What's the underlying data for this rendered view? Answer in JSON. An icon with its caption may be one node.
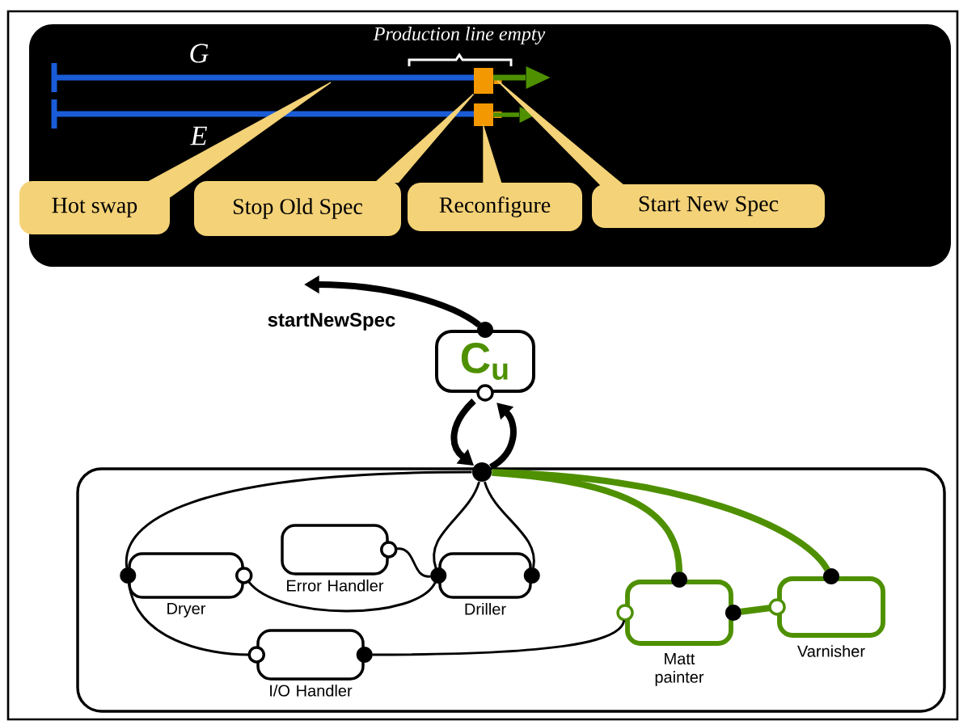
{
  "diagram": {
    "nodes": [
      {
        "text": [],
        "shape": "box"
      },
      {
        "text": [
          "Hot swap"
        ],
        "in": 0
      },
      {
        "text": [
          "Stop Old Spec"
        ],
        "in": 0
      },
      {
        "text": [
          "Reconfigure"
        ],
        "in": 0
      },
      {
        "text": [
          "Start New Spec"
        ],
        "in": 0
      },
      {
        "text": [],
        "shape": "box",
        "in": 0
      },
      {
        "text": [],
        "shape": "box",
        "in": 0
      },
      {
        "text": [
          "C$_{u}$"
        ]
      },
      {
        "text": [],
        "shape": "circle"
      },
      {
        "text": [],
        "shape": "box"
      },
      {
        "text": [
          "Dryer"
        ],
        "in": 9
      },
      {
        "text": [
          "Error Handler"
        ],
        "in": 9
      },
      {
        "text": [
          "Driller"
        ],
        "in": 9
      },
      {
        "text": [
          "I/O Handler"
        ],
        "in": 9
      },
      {
        "text": [
          "Matt painter"
        ],
        "in": 9
      },
      {
        "text": [
          "Varnisher"
        ],
        "in": 9
      },
      {
        "text": [],
        "shape": "bar",
        "in": 0
      },
      {
        "text": [],
        "shape": "bar",
        "in": 0
      },
      {
        "text": [],
        "shape": "arrow",
        "in": 0
      },
      {
        "text": [],
        "shape": "arrow",
        "in": 0
      }
    ],
    "edges": [
      {
        "from": 1,
        "to": 16,
        "arrow": "none"
      },
      {
        "from": 2,
        "to": 5,
        "arrow": "none"
      },
      {
        "from": 3,
        "to": 6,
        "arrow": "none"
      },
      {
        "from": 4,
        "to": 18,
        "arrow": "none"
      },
      {
        "from": 7,
        "to": 0,
        "arrow": "to",
        "label": "startNewSpec",
        "style": "thick"
      },
      {
        "from": 7,
        "to": 8,
        "arrow": "to",
        "style": "thick"
      },
      {
        "from": 8,
        "to": 7,
        "arrow": "to",
        "style": "thick"
      },
      {
        "from": 8,
        "to": 12,
        "arrow": "none"
      },
      {
        "from": 8,
        "to": 12,
        "arrow": "none"
      },
      {
        "from": 8,
        "to": 10,
        "arrow": "none"
      },
      {
        "from": 10,
        "to": 12,
        "arrow": "none"
      },
      {
        "from": 11,
        "to": 12,
        "arrow": "none"
      },
      {
        "from": 10,
        "to": 13,
        "arrow": "none"
      },
      {
        "from": 13,
        "to": 14,
        "arrow": "none"
      },
      {
        "from": 8,
        "to": 14,
        "arrow": "none",
        "style": "thick",
        "color": "#4e9000"
      },
      {
        "from": 8,
        "to": 15,
        "arrow": "none",
        "style": "thick",
        "color": "#4e9000"
      },
      {
        "from": 14,
        "to": 15,
        "arrow": "none",
        "style": "thick",
        "color": "#4e9000"
      }
    ],
    "labels": [
      "Production line empty",
      "G",
      "E"
    ]
  }
}
